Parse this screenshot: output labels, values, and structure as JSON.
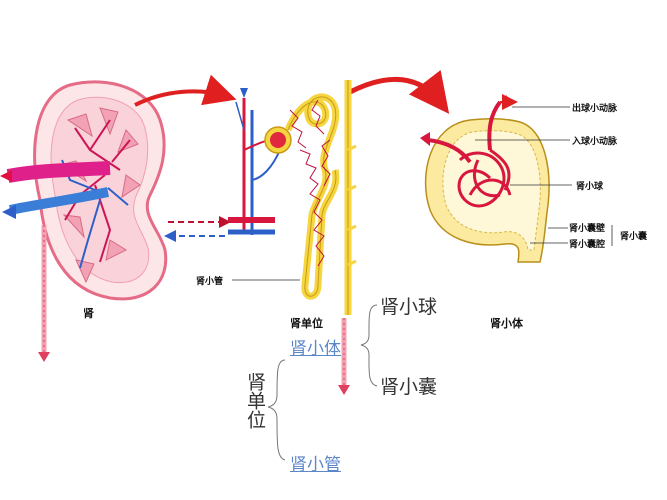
{
  "labels": {
    "kidney": "肾",
    "nephron": "肾单位",
    "renal_corpuscle": "肾小体",
    "renal_tubule_small": "肾小管",
    "efferent_arteriole": "出球小动脉",
    "afferent_arteriole": "入球小动脉",
    "glomerulus_small": "肾小球",
    "capsule_wall": "肾小囊壁",
    "capsule_cavity": "肾小囊腔",
    "capsule_small": "肾小囊"
  },
  "hierarchy": {
    "root": "肾单位",
    "corpuscle_link": "肾小体",
    "tubule_link": "肾小管",
    "glomerulus": "肾小球",
    "capsule": "肾小囊"
  },
  "colors": {
    "artery": "#d8173f",
    "vein": "#2d5fc9",
    "tubule": "#f5d640",
    "kidney_pink": "#f7c7cf",
    "arrow": "#e02020",
    "link": "#5b86c8"
  }
}
